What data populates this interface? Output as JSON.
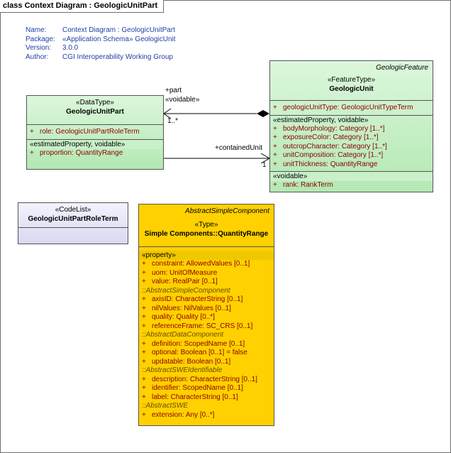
{
  "frame": {
    "title": "class Context Diagram : GeologicUnitPart"
  },
  "notes": [
    {
      "key": "Name:",
      "value": "Context Diagram : GeologicUnitPart"
    },
    {
      "key": "Package:",
      "value": "«Application Schema» GeologicUnit"
    },
    {
      "key": "Version:",
      "value": "3.0.0"
    },
    {
      "key": "Author:",
      "value": "CGI Interoperability Working Group"
    }
  ],
  "geologic_unit_part": {
    "stereotype": "«DataType»",
    "name": "GeologicUnitPart",
    "attrs1": [
      {
        "vis": "+",
        "text": "role:  GeologicUnitPartRoleTerm"
      }
    ],
    "section2": "«estimatedProperty, voidable»",
    "attrs2": [
      {
        "vis": "+",
        "text": "proportion:  QuantityRange"
      }
    ]
  },
  "geologic_unit": {
    "parent": "GeologicFeature",
    "stereotype": "«FeatureType»",
    "name": "GeologicUnit",
    "attrs1": [
      {
        "vis": "+",
        "text": "geologicUnitType:  GeologicUnitTypeTerm"
      }
    ],
    "section2": "«estimatedProperty, voidable»",
    "attrs2": [
      {
        "vis": "+",
        "text": "bodyMorphology:  Category [1..*]"
      },
      {
        "vis": "+",
        "text": "exposureColor:  Category [1..*]"
      },
      {
        "vis": "+",
        "text": "outcropCharacter:  Category [1..*]"
      },
      {
        "vis": "+",
        "text": "unitComposition:  Category [1..*]"
      },
      {
        "vis": "+",
        "text": "unitThickness:  QuantityRange"
      }
    ],
    "section3": "«voidable»",
    "attrs3": [
      {
        "vis": "+",
        "text": "rank:  RankTerm"
      }
    ]
  },
  "role_term": {
    "stereotype": "«CodeList»",
    "name": "GeologicUnitPartRoleTerm"
  },
  "quantity_range": {
    "parent": "AbstractSimpleComponent",
    "stereotype": "«Type»",
    "name": "Simple Components::QuantityRange",
    "section1": "«property»",
    "attrs1": [
      {
        "vis": "+",
        "text": "constraint:  AllowedValues [0..1]"
      },
      {
        "vis": "+",
        "text": "uom:  UnitOfMeasure"
      },
      {
        "vis": "+",
        "text": "value:  RealPair [0..1]"
      }
    ],
    "inh1": "::AbstractSimpleComponent",
    "attrs2": [
      {
        "vis": "+",
        "text": "axisID:  CharacterString [0..1]"
      },
      {
        "vis": "+",
        "text": "nilValues:  NilValues [0..1]"
      },
      {
        "vis": "+",
        "text": "quality:  Quality [0..*]"
      },
      {
        "vis": "+",
        "text": "referenceFrame:  SC_CRS [0..1]"
      }
    ],
    "inh2": "::AbstractDataComponent",
    "attrs3": [
      {
        "vis": "+",
        "text": "definition:  ScopedName [0..1]"
      },
      {
        "vis": "+",
        "text": "optional:  Boolean [0..1] = false"
      },
      {
        "vis": "+",
        "text": "updatable:  Boolean [0..1]"
      }
    ],
    "inh3": "::AbstractSWEIdentifiable",
    "attrs4": [
      {
        "vis": "+",
        "text": "description:  CharacterString [0..1]"
      },
      {
        "vis": "+",
        "text": "identifier:  ScopedName [0..1]"
      },
      {
        "vis": "+",
        "text": "label:  CharacterString [0..1]"
      }
    ],
    "inh4": "::AbstractSWE",
    "attrs5": [
      {
        "vis": "+",
        "text": "extension:  Any [0..*]"
      }
    ]
  },
  "associations": {
    "part_role": "+part",
    "part_voidable": "«voidable»",
    "part_mult": "1..*",
    "contained_role": "+containedUnit",
    "contained_mult": "1"
  }
}
